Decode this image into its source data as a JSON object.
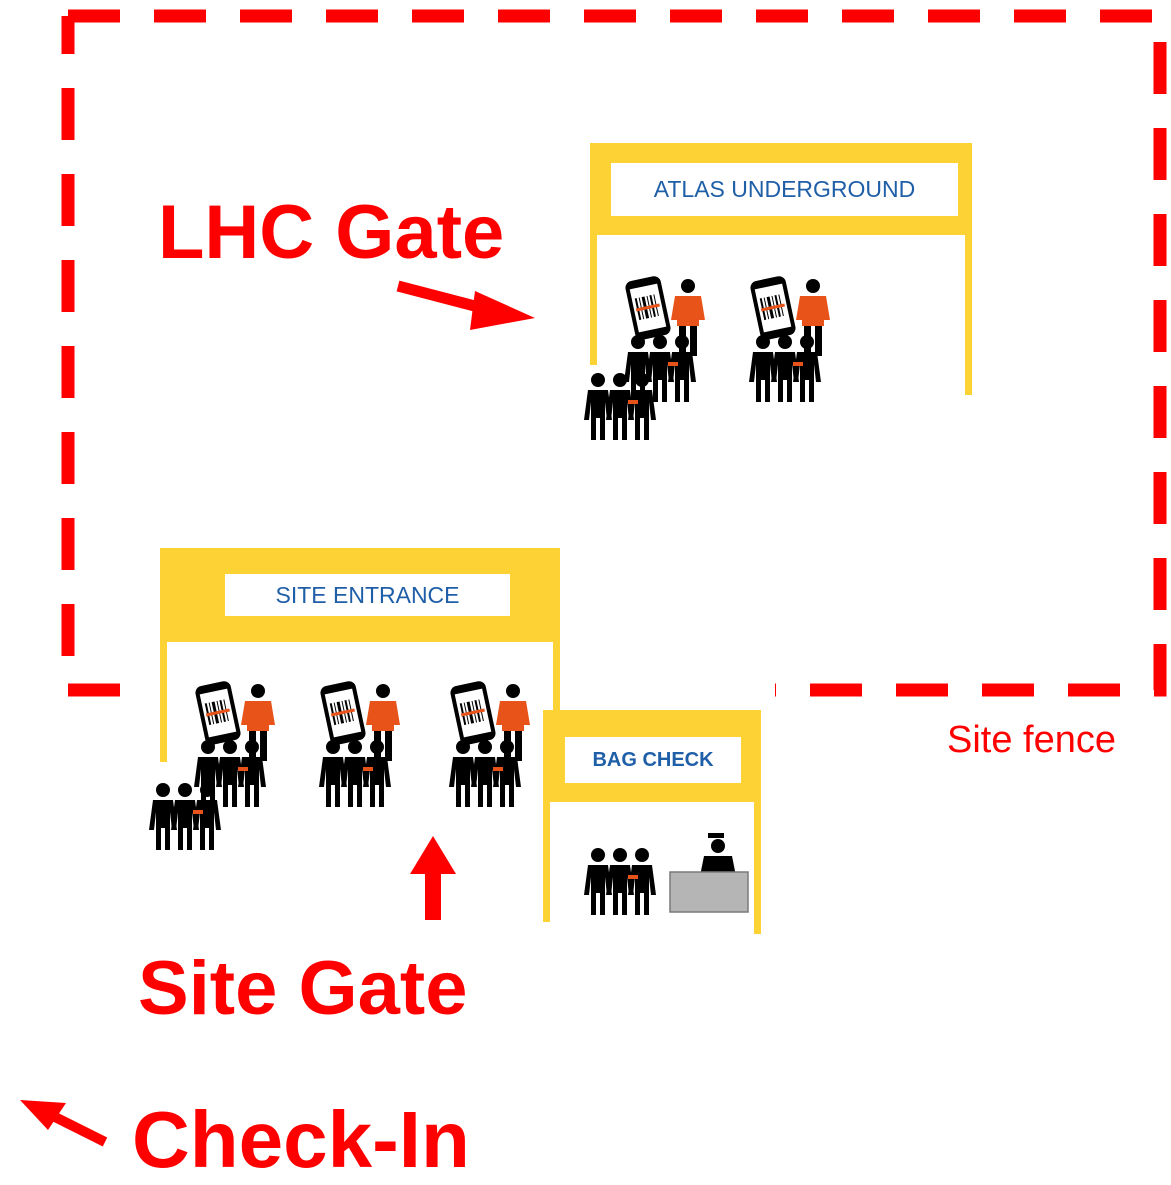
{
  "labels": {
    "lhc_gate": "LHC Gate",
    "site_gate": "Site Gate",
    "check_in": "Check-In",
    "site_fence": "Site fence"
  },
  "signs": {
    "atlas": "ATLAS UNDERGROUND",
    "site_entrance": "SITE ENTRANCE",
    "bag_check": "BAG CHECK"
  },
  "colors": {
    "accent_red": "#ff0000",
    "gate_yellow": "#fdd235",
    "sign_text_blue": "#1f5fa8",
    "staff_orange": "#e8531a",
    "desk_gray": "#b5b5b5"
  }
}
